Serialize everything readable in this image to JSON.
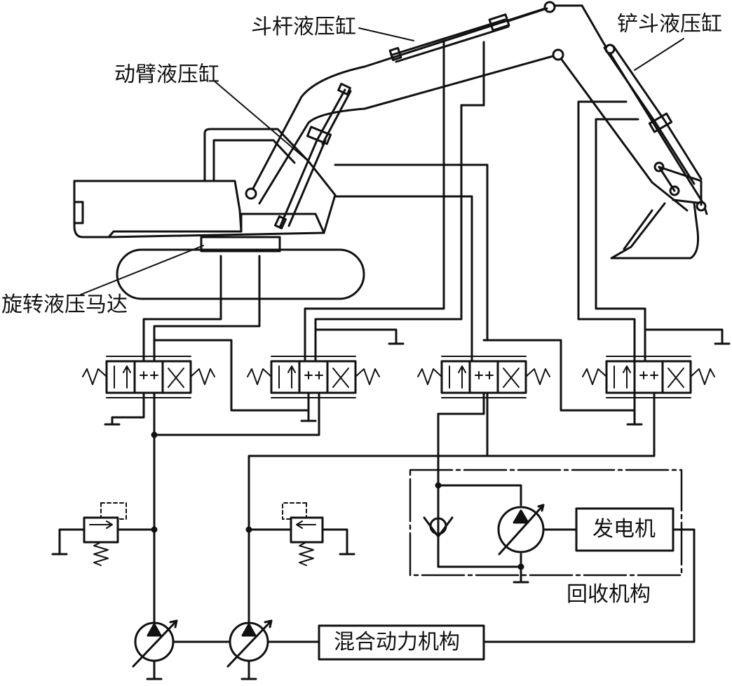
{
  "labels": {
    "arm_cylinder": "斗杆液压缸",
    "boom_cylinder": "动臂液压缸",
    "bucket_cylinder": "铲斗液压缸",
    "swing_motor": "旋转液压马达",
    "generator": "发电机",
    "recovery_mechanism": "回收机构",
    "hybrid_power": "混合动力机构"
  }
}
